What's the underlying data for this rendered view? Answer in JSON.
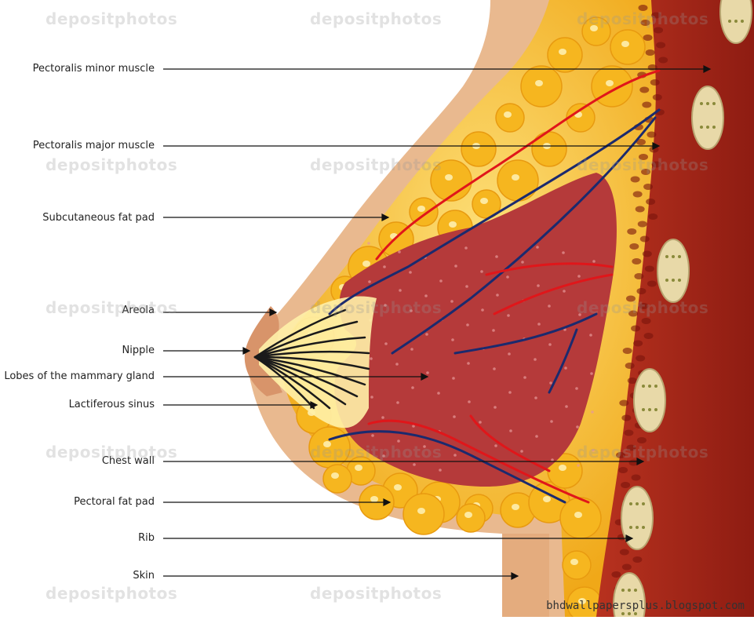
{
  "labels": [
    {
      "id": "pectoralis-minor",
      "text": "Pectoralis minor muscle"
    },
    {
      "id": "pectoralis-major",
      "text": "Pectoralis major muscle"
    },
    {
      "id": "subcutaneous-fat",
      "text": "Subcutaneous fat pad"
    },
    {
      "id": "areola",
      "text": "Areola"
    },
    {
      "id": "nipple",
      "text": "Nipple"
    },
    {
      "id": "lobes",
      "text": "Lobes of the mammary gland"
    },
    {
      "id": "lactiferous",
      "text": "Lactiferous sinus"
    },
    {
      "id": "chest-wall",
      "text": "Chest wall"
    },
    {
      "id": "pectoral-fat",
      "text": "Pectoral fat pad"
    },
    {
      "id": "rib",
      "text": "Rib"
    },
    {
      "id": "skin",
      "text": "Skin"
    }
  ],
  "watermark": "depositphotos",
  "footer": "bhdwallpapersplus.blogspot.com",
  "colors": {
    "skin": "#e9b98f",
    "fat": "#f7c42a",
    "fat_light": "#fde07a",
    "gland": "#b53a3a",
    "muscle": "#c1271e",
    "rib": "#e8d9a8",
    "artery": "#e0161a",
    "vein": "#1b2a6e"
  }
}
